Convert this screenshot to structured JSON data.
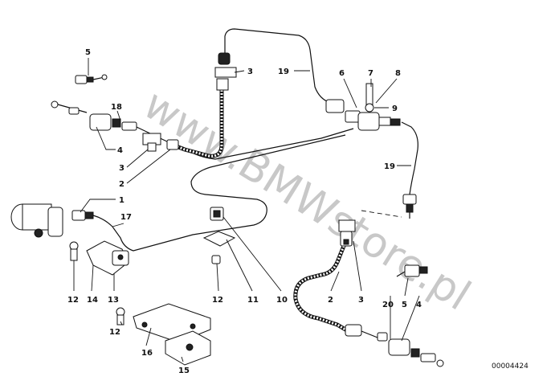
{
  "diagram": {
    "watermark": "www.BMWstore.pl",
    "drawing_code": "00004424",
    "callouts": [
      {
        "id": "c5a",
        "text": "5"
      },
      {
        "id": "c3a",
        "text": "3"
      },
      {
        "id": "c19a",
        "text": "19"
      },
      {
        "id": "c6",
        "text": "6"
      },
      {
        "id": "c7",
        "text": "7"
      },
      {
        "id": "c8",
        "text": "8"
      },
      {
        "id": "c9",
        "text": "9"
      },
      {
        "id": "c18",
        "text": "18"
      },
      {
        "id": "c4a",
        "text": "4"
      },
      {
        "id": "c3b",
        "text": "3"
      },
      {
        "id": "c2a",
        "text": "2"
      },
      {
        "id": "c19b",
        "text": "19"
      },
      {
        "id": "c1",
        "text": "1"
      },
      {
        "id": "c17",
        "text": "17"
      },
      {
        "id": "c12a",
        "text": "12"
      },
      {
        "id": "c14",
        "text": "14"
      },
      {
        "id": "c13",
        "text": "13"
      },
      {
        "id": "c12b",
        "text": "12"
      },
      {
        "id": "c11",
        "text": "11"
      },
      {
        "id": "c10",
        "text": "10"
      },
      {
        "id": "c2b",
        "text": "2"
      },
      {
        "id": "c3c",
        "text": "3"
      },
      {
        "id": "c20",
        "text": "20"
      },
      {
        "id": "c5b",
        "text": "5"
      },
      {
        "id": "c4b",
        "text": "4"
      },
      {
        "id": "c12c",
        "text": "12"
      },
      {
        "id": "c16",
        "text": "16"
      },
      {
        "id": "c15",
        "text": "15"
      }
    ]
  }
}
